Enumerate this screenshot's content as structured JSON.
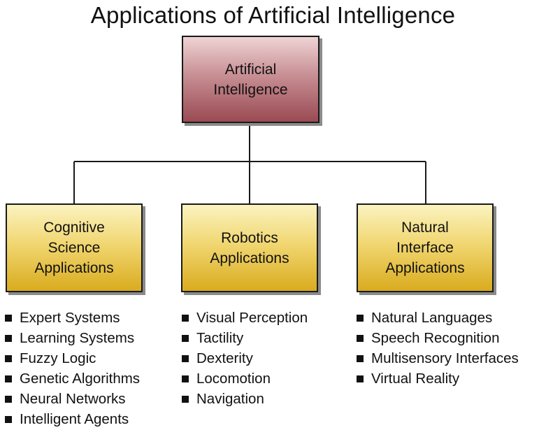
{
  "title": "Applications of Artificial Intelligence",
  "root": {
    "lines": [
      "Artificial",
      "Intelligence"
    ]
  },
  "branches": [
    {
      "lines": [
        "Cognitive",
        "Science",
        "Applications"
      ],
      "items": [
        "Expert Systems",
        "Learning Systems",
        "Fuzzy Logic",
        "Genetic Algorithms",
        "Neural Networks",
        "Intelligent Agents"
      ]
    },
    {
      "lines": [
        "Robotics",
        "Applications"
      ],
      "items": [
        "Visual Perception",
        "Tactility",
        "Dexterity",
        "Locomotion",
        "Navigation"
      ]
    },
    {
      "lines": [
        "Natural",
        "Interface",
        "Applications"
      ],
      "items": [
        "Natural Languages",
        "Speech Recognition",
        "Multisensory Interfaces",
        "Virtual Reality"
      ]
    }
  ],
  "colors": {
    "root_fill": "#c78f94",
    "branch_fill": "#f1d772",
    "border": "#1a1a1a",
    "text": "#111111"
  }
}
